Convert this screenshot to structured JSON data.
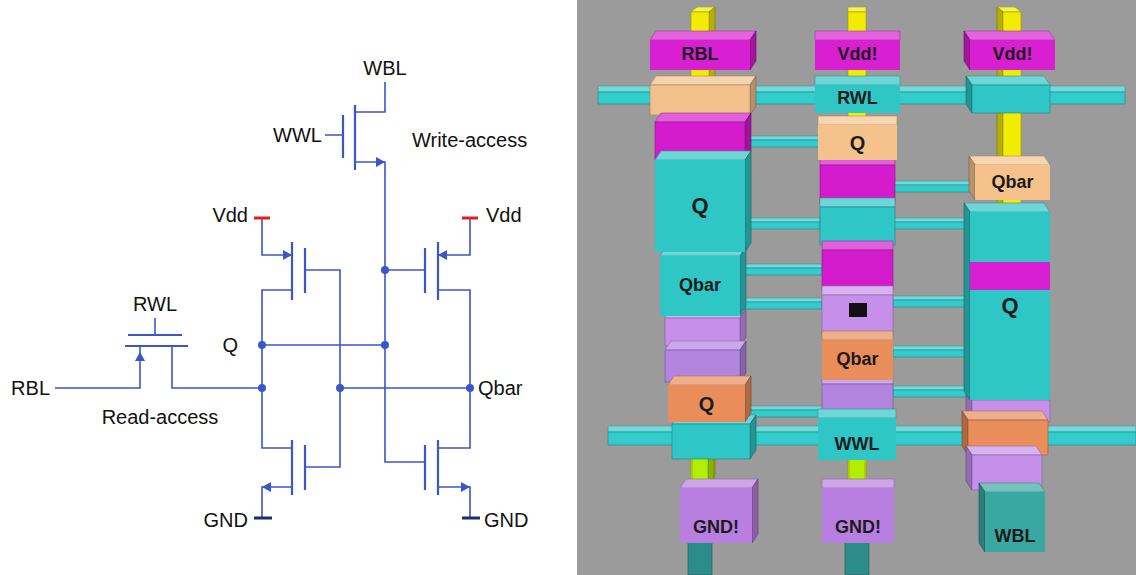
{
  "diagram": {
    "nodes": [
      {
        "text": [
          "RBL"
        ]
      },
      {
        "text": [
          "Vdd!"
        ]
      },
      {
        "text": [
          "Vdd!"
        ]
      },
      {
        "text": [
          "RWL"
        ]
      },
      {
        "text": [
          "Q"
        ]
      },
      {
        "text": [
          "Qbar"
        ]
      },
      {
        "text": [
          "Q"
        ]
      },
      {
        "text": [
          "Qbar"
        ]
      },
      {
        "text": [
          "Q"
        ]
      },
      {
        "text": [
          "Qbar"
        ]
      },
      {
        "text": [
          "Q"
        ]
      },
      {
        "text": [
          "WWL"
        ]
      },
      {
        "text": [
          "GND!"
        ]
      },
      {
        "text": [
          "GND!"
        ]
      },
      {
        "text": [
          "WBL"
        ]
      }
    ],
    "labels": [
      "WBL",
      "WWL",
      "Write-access",
      "Vdd",
      "Vdd",
      "RWL",
      "Q",
      "RBL",
      "Read-access",
      "Qbar",
      "GND",
      "GND"
    ]
  }
}
